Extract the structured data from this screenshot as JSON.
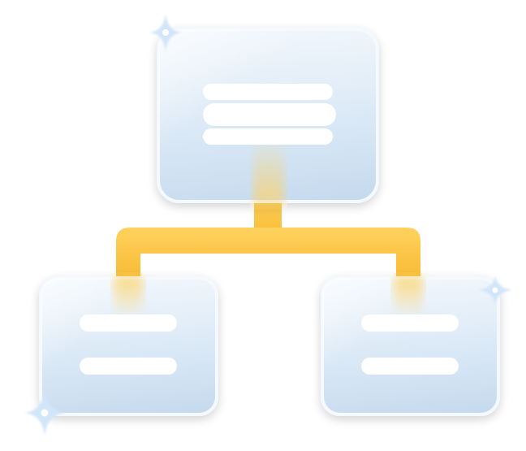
{
  "illustration": {
    "icon": "org-chart-hierarchy-icon",
    "nodes": [
      {
        "role": "parent",
        "text_lines": 3
      },
      {
        "role": "child-left",
        "text_lines": 2
      },
      {
        "role": "child-right",
        "text_lines": 2
      }
    ],
    "colors": {
      "background": "#ffffff",
      "card_fill_top": "#e9f1fa",
      "card_fill_bottom": "#c8dcf0",
      "card_edge": "#f5f9fe",
      "text_bar": "#ffffff",
      "connector": "#fdc94a",
      "connector_dark": "#f6b52c",
      "sparkle": "#cfe4f8"
    }
  }
}
